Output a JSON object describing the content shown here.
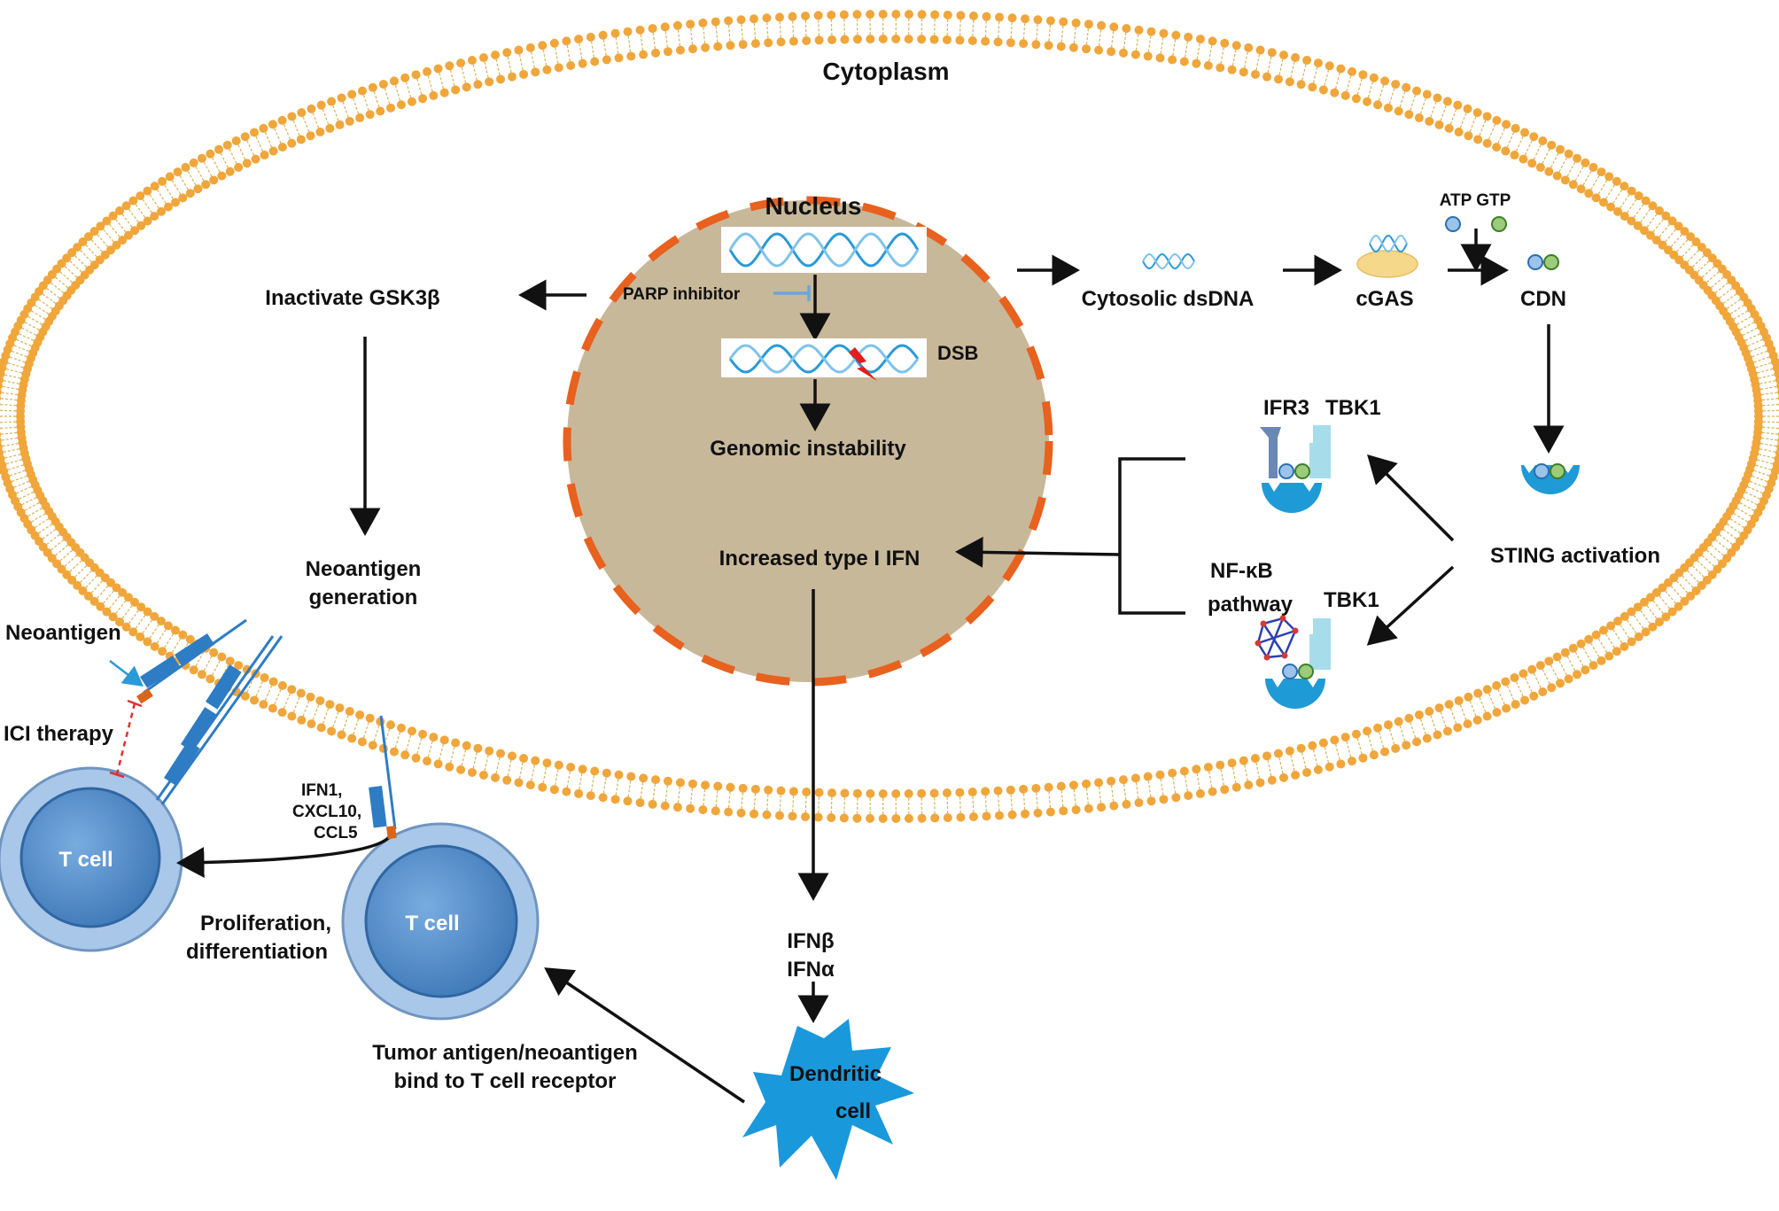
{
  "colors": {
    "membrane": "#f0a63a",
    "membrane_tail": "#d4b25a",
    "nucleus_fill": "#c8b89a",
    "nucleus_border": "#e8611e",
    "dna_blue": "#2a9ad8",
    "sting_blue": "#1e9ad6",
    "tcell_outer": "#a9c7e8",
    "tcell_inner": "#5b93cf",
    "dendritic": "#1a98dc",
    "receptor_blue": "#2e7cc4",
    "receptor_orange": "#d9651a",
    "lightning": "#e21d1d",
    "ici_red": "#e03030",
    "ifr3_grey": "#6b87b5",
    "tbk1_light": "#a7dcea",
    "cdn_blue": "#9cc3ea",
    "cdn_green": "#9ccb7a",
    "cgas_yellow": "#f6d88a",
    "nfkb_red": "#d23a3a",
    "nfkb_blue": "#2d3fb0"
  },
  "icons": {
    "dna": "dna-helix-icon",
    "dsb": "lightning-bolt-icon",
    "sting": "sting-receptor-icon",
    "cgas": "cgas-enzyme-icon",
    "nfkb": "nfkb-network-icon"
  },
  "labels": {
    "cytoplasm": "Cytoplasm",
    "nucleus": "Nucleus",
    "parp_inhibitor": "PARP inhibitor",
    "dsb": "DSB",
    "genomic_instability": "Genomic instability",
    "increased_ifn": "Increased type I IFN",
    "inactivate_gsk": "Inactivate GSK3β",
    "neoantigen_generation": [
      "Neoantigen",
      "generation"
    ],
    "cytosolic_dsdna": "Cytosolic dsDNA",
    "cgas": "cGAS",
    "atp_gtp": "ATP GTP",
    "cdn": "CDN",
    "ifr3": "IFR3",
    "tbk1_top": "TBK1",
    "tbk1_bottom": "TBK1",
    "nfkb": [
      "NF-κB",
      "pathway"
    ],
    "sting_activation": "STING activation",
    "neoantigen": "Neoantigen",
    "ici_therapy": "ICI therapy",
    "chemokines": [
      "IFN1,",
      "CXCL10,",
      "CCL5"
    ],
    "tcell_left": "T cell",
    "tcell_right": "T cell",
    "proliferation": [
      "Proliferation,",
      "differentiation"
    ],
    "ifn_beta": "IFNβ",
    "ifn_alpha": "IFNα",
    "dendritic": [
      "Dendritic",
      "cell"
    ],
    "tumor_antigen": [
      "Tumor antigen/neoantigen",
      "bind to T cell receptor"
    ]
  }
}
